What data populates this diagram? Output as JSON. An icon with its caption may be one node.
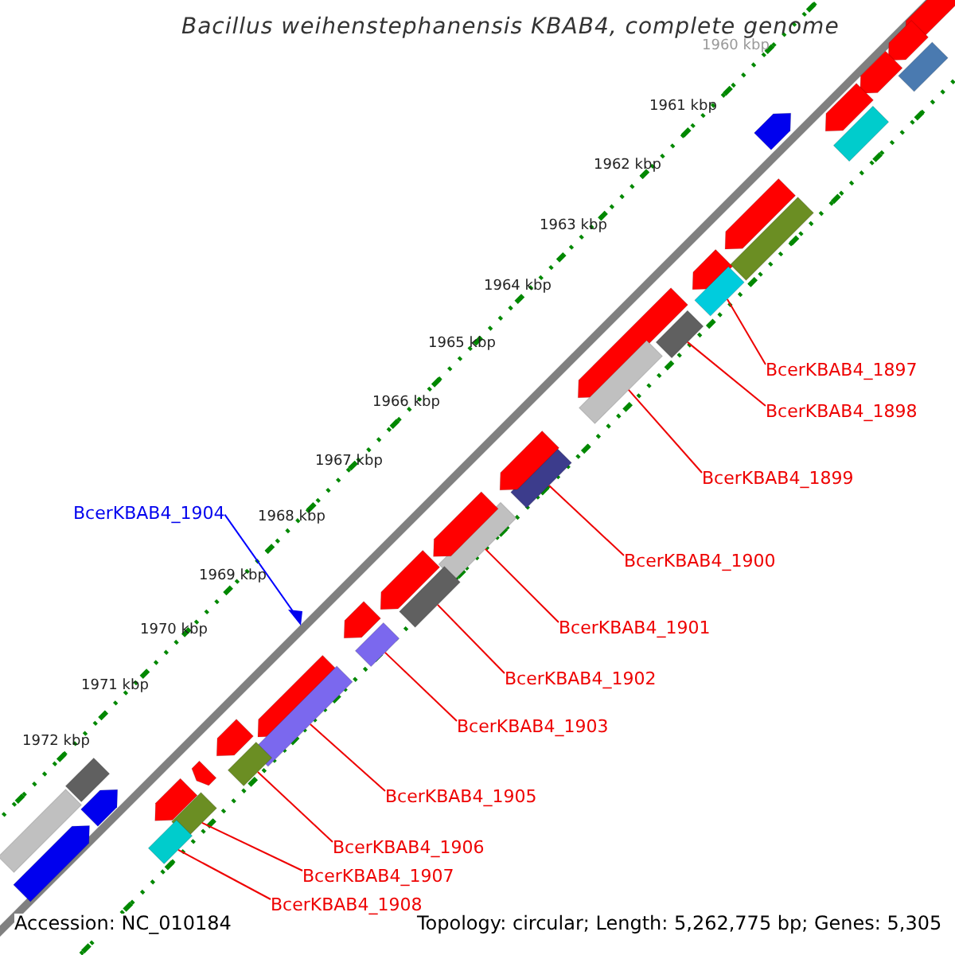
{
  "diagram": {
    "title": "Bacillus weihenstephanensis KBAB4, complete genome",
    "nodes": [
      {
        "text": [
          "BcerKBAB4_1897"
        ]
      },
      {
        "text": [
          "BcerKBAB4_1898"
        ]
      },
      {
        "text": [
          "BcerKBAB4_1899"
        ]
      },
      {
        "text": [
          "BcerKBAB4_1904"
        ]
      },
      {
        "text": [
          "BcerKBAB4_1900"
        ]
      },
      {
        "text": [
          "BcerKBAB4_1901"
        ]
      },
      {
        "text": [
          "BcerKBAB4_1902"
        ]
      },
      {
        "text": [
          "BcerKBAB4_1903"
        ]
      },
      {
        "text": [
          "BcerKBAB4_1905"
        ]
      },
      {
        "text": [
          "BcerKBAB4_1906"
        ]
      },
      {
        "text": [
          "BcerKBAB4_1907"
        ]
      },
      {
        "text": [
          "BcerKBAB4_1908"
        ]
      },
      {
        "text": [],
        "shape": "arrow"
      },
      {
        "text": [],
        "shape": "arrow"
      },
      {
        "text": [],
        "shape": "bar"
      },
      {
        "text": [],
        "shape": "arrow"
      },
      {
        "text": [],
        "shape": "arrow"
      },
      {
        "text": [],
        "shape": "bar"
      },
      {
        "text": [],
        "shape": "arrow"
      },
      {
        "text": [],
        "shape": "arrow"
      },
      {
        "text": [],
        "shape": "bar"
      },
      {
        "text": [],
        "shape": "arrow"
      },
      {
        "text": [],
        "shape": "bar"
      },
      {
        "text": [],
        "shape": "bar"
      },
      {
        "text": [],
        "shape": "arrow"
      },
      {
        "text": [],
        "shape": "bar"
      },
      {
        "text": [],
        "shape": "bar"
      },
      {
        "text": [],
        "shape": "arrow"
      },
      {
        "text": [],
        "shape": "bar"
      },
      {
        "text": [],
        "shape": "arrow"
      },
      {
        "text": [],
        "shape": "bar"
      },
      {
        "text": [],
        "shape": "arrow"
      },
      {
        "text": [],
        "shape": "arrow"
      },
      {
        "text": [],
        "shape": "bar"
      },
      {
        "text": [],
        "shape": "triangle"
      },
      {
        "text": [],
        "shape": "arrow"
      },
      {
        "text": [],
        "shape": "bar"
      },
      {
        "text": [],
        "shape": "arrow"
      },
      {
        "text": [],
        "shape": "bar"
      },
      {
        "text": [],
        "shape": "arrow"
      },
      {
        "text": [],
        "shape": "bar"
      },
      {
        "text": [],
        "shape": "arrow"
      },
      {
        "text": [],
        "shape": "bar"
      },
      {
        "text": [],
        "shape": "bar"
      },
      {
        "text": [],
        "shape": "arrow"
      },
      {
        "text": [],
        "shape": "bar"
      },
      {
        "text": [],
        "shape": "arrow"
      }
    ],
    "edges": [
      {
        "from": 0,
        "to": 22,
        "arrow": "none"
      },
      {
        "from": 1,
        "to": 23,
        "arrow": "none"
      },
      {
        "from": 2,
        "to": 25,
        "arrow": "none"
      },
      {
        "from": 3,
        "to": 34,
        "arrow": "none",
        "color": "#0000ff"
      },
      {
        "from": 4,
        "to": 26,
        "arrow": "none"
      },
      {
        "from": 5,
        "to": 28,
        "arrow": "none"
      },
      {
        "from": 6,
        "to": 30,
        "arrow": "none"
      },
      {
        "from": 7,
        "to": 33,
        "arrow": "none"
      },
      {
        "from": 8,
        "to": 36,
        "arrow": "none"
      },
      {
        "from": 9,
        "to": 38,
        "arrow": "none"
      },
      {
        "from": 10,
        "to": 40,
        "arrow": "none"
      },
      {
        "from": 11,
        "to": 42,
        "arrow": "none"
      }
    ],
    "labels": [
      "1960 kbp",
      "1961 kbp",
      "1962 kbp",
      "1963 kbp",
      "1964 kbp",
      "1965 kbp",
      "1966 kbp",
      "1967 kbp",
      "1968 kbp",
      "1969 kbp",
      "1970 kbp",
      "1971 kbp",
      "1972 kbp",
      "Accession: NC_010184",
      "Topology: circular; Length: 5,262,775 bp; Genes: 5,305"
    ]
  }
}
